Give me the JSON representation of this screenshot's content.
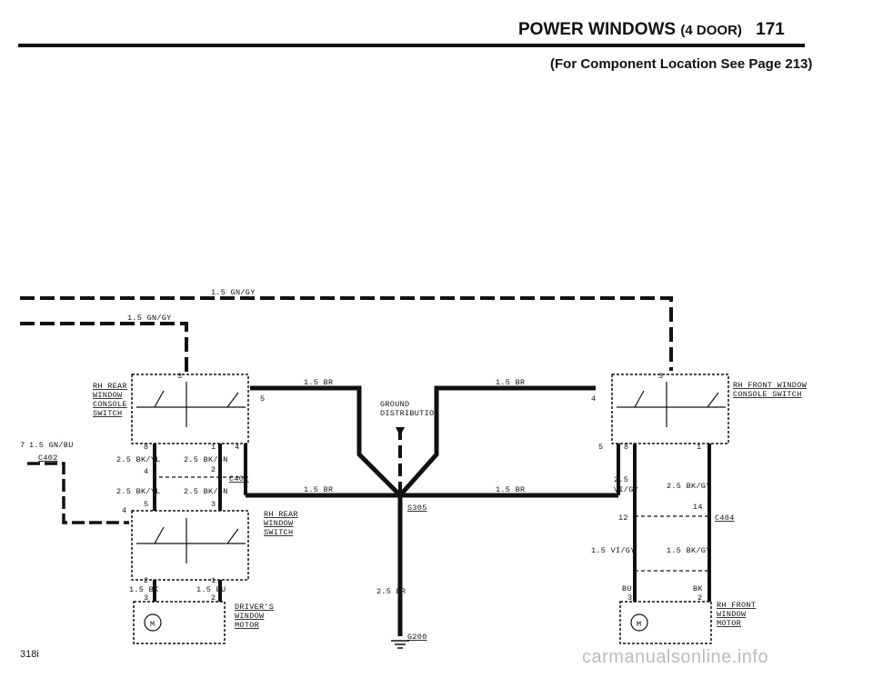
{
  "header": {
    "title": "POWER WINDOWS",
    "title_note": "(4 DOOR)",
    "page_number": "171",
    "subtitle": "(For Component Location See Page 213)"
  },
  "footer": {
    "model": "318i",
    "watermark": "carmanualsonline.info"
  },
  "components": {
    "rh_rear_console_switch": [
      "RH REAR",
      "WINDOW",
      "CONSOLE",
      "SWITCH"
    ],
    "rh_front_console_switch": [
      "RH FRONT WINDOW",
      "CONSOLE SWITCH"
    ],
    "rh_rear_window_switch": [
      "RH REAR",
      "WINDOW",
      "SWITCH"
    ],
    "drivers_window_motor": [
      "DRIVER'S",
      "WINDOW",
      "MOTOR"
    ],
    "rh_front_window_motor": [
      "RH FRONT",
      "WINDOW",
      "MOTOR"
    ],
    "ground_distribution": [
      "GROUND",
      "DISTRIBUTION"
    ]
  },
  "connectors": {
    "c402": "C402",
    "c404": "C404",
    "s305": "S305",
    "g200": "G200"
  },
  "wires": {
    "top_gngy_1": "1.5 GN/GY",
    "top_gngy_2": "1.5 GN/GY",
    "gnbu": "1.5 GN/BU",
    "gnbu_pin": "7",
    "br_1": "1.5 BR",
    "br_2": "1.5 BR",
    "br_3": "1.5 BR",
    "br_4": "1.5 BR",
    "br_25": "2.5 BR",
    "bkyl_1": "2.5 BK/YL",
    "bkyl_2": "2.5 BK/YL",
    "bkgn_1": "2.5 BK/GN",
    "bkgn_2": "2.5 BK/GN",
    "bk_15": "1.5 BK",
    "bu_15": "1.5 BU",
    "vigy_25_a": "2.5",
    "vigy_25_b": "VI/GY",
    "bkgy_25": "2.5 BK/GY",
    "vigy_15": "1.5 VI/GY",
    "bkgy_15": "1.5 BK/GY",
    "bu": "BU",
    "bk": "BK"
  },
  "pins": {
    "p3a": "3",
    "p8a": "8",
    "p1a": "1",
    "p4a": "4",
    "p5a": "5",
    "p4b": "4",
    "p2b": "2",
    "p5b": "5",
    "p3b": "3",
    "p4c": "4",
    "p2c": "2",
    "p1c": "1",
    "p3c": "3",
    "p2d": "2",
    "p3r": "3",
    "p4r": "4",
    "p5r": "5",
    "p8r": "8",
    "p1r": "1",
    "p12r": "12",
    "p14r": "14",
    "p3m": "3",
    "p2m": "2",
    "motor_m1": "M",
    "motor_m2": "M"
  }
}
